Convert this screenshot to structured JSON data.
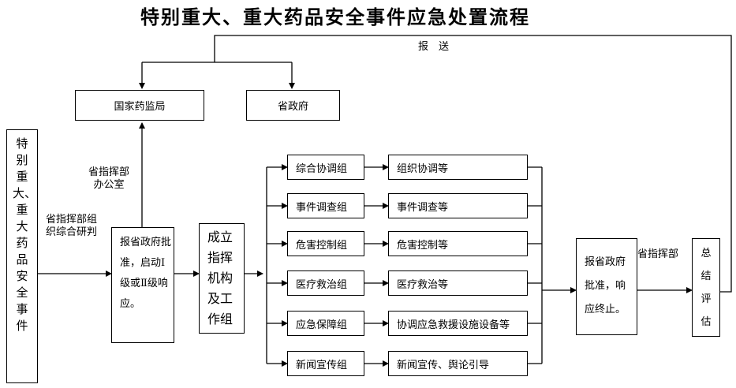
{
  "title": "特别重大、重大药品安全事件应急处置流程",
  "labels": {
    "report": "报　送",
    "office": "省指挥部\n办公室",
    "research": "省指挥部组\n织综合研判",
    "hq_right": "省指挥部"
  },
  "boxes": {
    "nmpa": "国家药监局",
    "province_gov": "省政府",
    "event": "特别重大、重大药品安全事件",
    "approve_start": "报省政府批准，启动Ⅰ级或Ⅱ级响应。",
    "setup": "成立指挥机构及工作组",
    "approve_end": "报省政府批准，响应终止。",
    "summary": "总结评估"
  },
  "groups": [
    {
      "name": "综合协调组",
      "task": "组织协调等"
    },
    {
      "name": "事件调查组",
      "task": "事件调查等"
    },
    {
      "name": "危害控制组",
      "task": "危害控制等"
    },
    {
      "name": "医疗救治组",
      "task": "医疗救治等"
    },
    {
      "name": "应急保障组",
      "task": "协调应急救援设施设备等"
    },
    {
      "name": "新闻宣传组",
      "task": "新闻宣传、舆论引导"
    }
  ]
}
